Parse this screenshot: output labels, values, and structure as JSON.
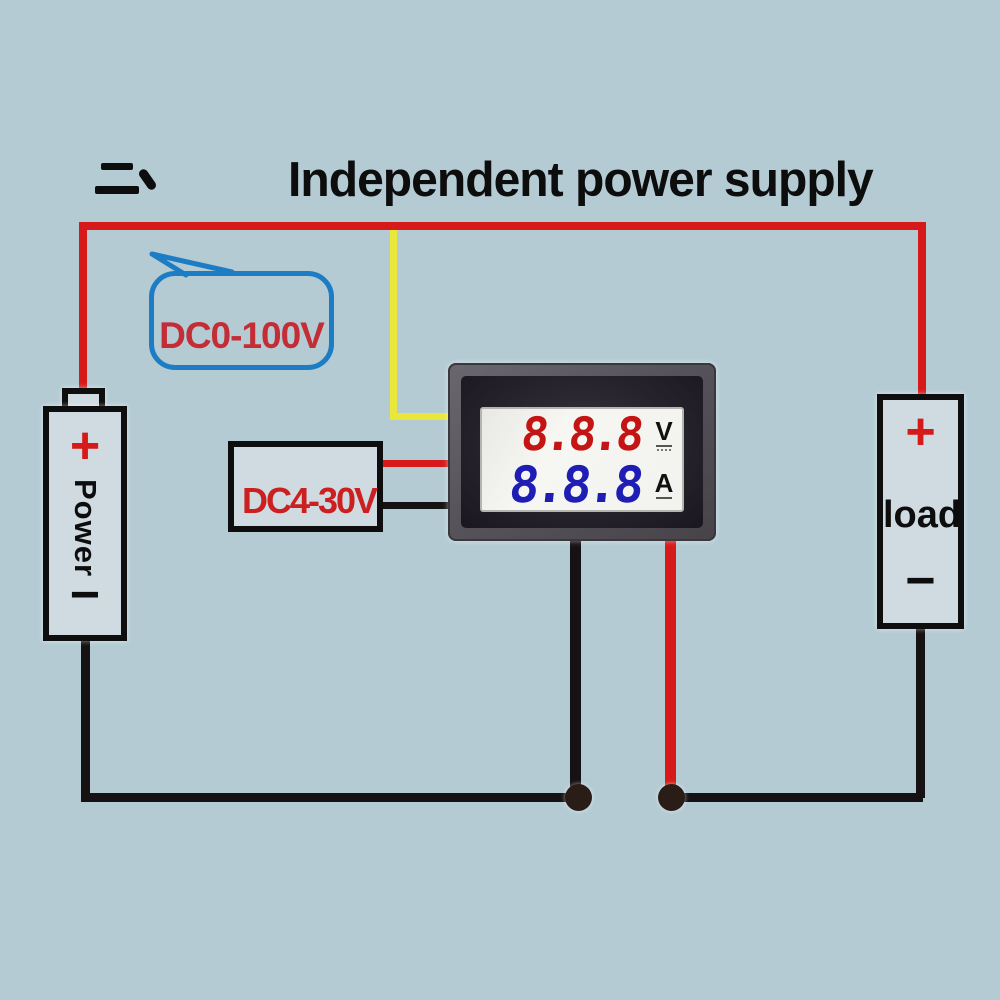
{
  "header": {
    "cjk_prefix": "二、",
    "title": "Independent power supply"
  },
  "callout": {
    "label": "DC0-100V"
  },
  "supply_box": {
    "label": "DC4-30V"
  },
  "meter": {
    "voltage_reading": "8.8.8",
    "voltage_unit": "V",
    "current_reading": "8.8.8",
    "current_unit": "A"
  },
  "power_source": {
    "plus_label": "+",
    "label": "Power",
    "minus_label": "−"
  },
  "load": {
    "plus_label": "+",
    "label": "load",
    "minus_label": "−"
  },
  "colors": {
    "background": "#b4cbd4",
    "positive-wire": "#d61a1a",
    "negative-wire": "#161112",
    "sense-wire": "#e9e83a",
    "junction": "#2a1d18",
    "callout-border": "#1d7dc4",
    "callout-text": "#c22d36",
    "supply-text": "#cc2020",
    "voltage-digits": "#c41414",
    "current-digits": "#1e1eb4",
    "component-fill": "#cfdbe1",
    "title-text": "#0d0d0d"
  }
}
